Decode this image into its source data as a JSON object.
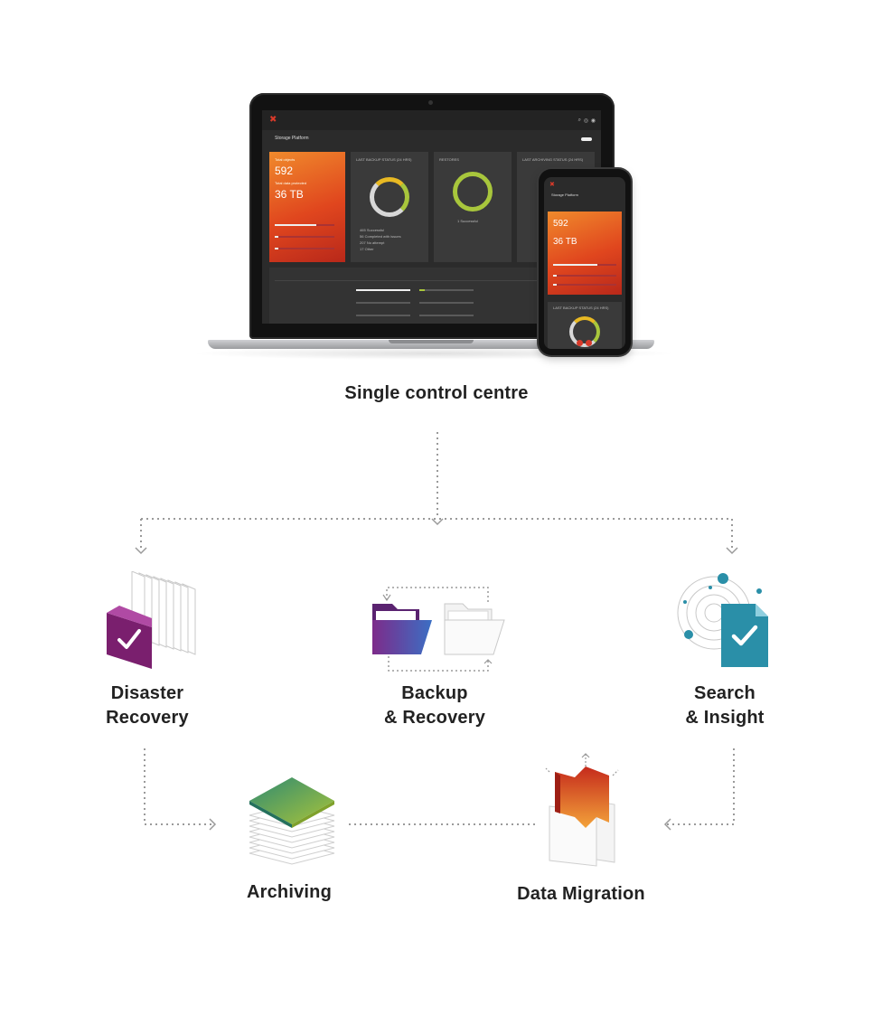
{
  "top_label": "Single control centre",
  "nodes": {
    "disaster_recovery": [
      "Disaster",
      "Recovery"
    ],
    "backup_recovery": [
      "Backup",
      "& Recovery"
    ],
    "search_insight": [
      "Search",
      "& Insight"
    ],
    "archiving": "Archiving",
    "data_migration": "Data Migration"
  },
  "laptop_dashboard": {
    "page_title": "Storage Platform",
    "card_total_label": "Total objects",
    "card_total_value": "592",
    "card_protected_label": "Total data protected",
    "card_protected_value": "36 TB",
    "card_backup_title": "LAST BACKUP STATUS (24 HRS)",
    "card_restores_title": "RESTORES",
    "card_archiving_title": "LAST ARCHIVING STATUS (24 HRS)",
    "legend": [
      "Successful",
      "Completed with issues",
      "No attempt",
      "Other"
    ],
    "legend_counts": [
      "465",
      "56",
      "207",
      "17"
    ],
    "restores_legend": "1  Successful"
  },
  "phone_dashboard": {
    "page_title": "Storage Platform",
    "value": "592",
    "protected_value": "36 TB",
    "card_title": "LAST BACKUP STATUS (24 HRS)"
  },
  "colors": {
    "accent_orange": "#e85a23",
    "accent_red": "#c52a1c",
    "ring_green": "#a8c63c",
    "ring_yellow": "#e8b923",
    "purple": "#8b2a7e",
    "teal": "#2a8fa8"
  }
}
